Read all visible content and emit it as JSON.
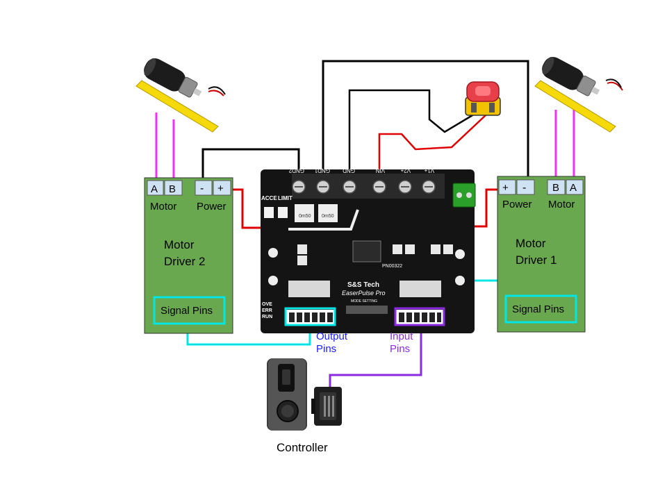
{
  "driver_left": {
    "title_line1": "Motor",
    "title_line2": "Driver 2",
    "motor_label": "Motor",
    "power_label": "Power",
    "terminal_a": "A",
    "terminal_b": "B",
    "terminal_minus": "-",
    "terminal_plus": "+",
    "signal_pins": "Signal Pins"
  },
  "driver_right": {
    "title_line1": "Motor",
    "title_line2": "Driver 1",
    "motor_label": "Motor",
    "power_label": "Power",
    "terminal_a": "A",
    "terminal_b": "B",
    "terminal_minus": "-",
    "terminal_plus": "+",
    "signal_pins": "Signal Pins"
  },
  "board": {
    "brand": "S&S Tech",
    "product": "EaserPulse Pro",
    "mode_setting": "MODE SETTING",
    "part_number": "PN00322",
    "terminals": [
      "GND2",
      "GND1",
      "GND",
      "VIN",
      "V2+",
      "V1+"
    ],
    "accel_label": "ACCE",
    "limit_label": "LIMIT",
    "side_labels": [
      "OVE",
      "ERR",
      "RUN"
    ]
  },
  "labels": {
    "output_line1": "Output",
    "output_line2": "Pins",
    "input_line1": "Input",
    "input_line2": "Pins",
    "controller": "Controller"
  },
  "colors": {
    "driver_green": "#6aa84f",
    "terminal_fill": "#cfe2f3",
    "signal_wire": "#00e5e5",
    "motor_wire": "#ee33ee",
    "power_wire": "#e00000",
    "ground_wire": "#000000",
    "input_wire": "#8a2be2",
    "output_text": "#1a1aff",
    "input_text": "#8a2be2"
  }
}
